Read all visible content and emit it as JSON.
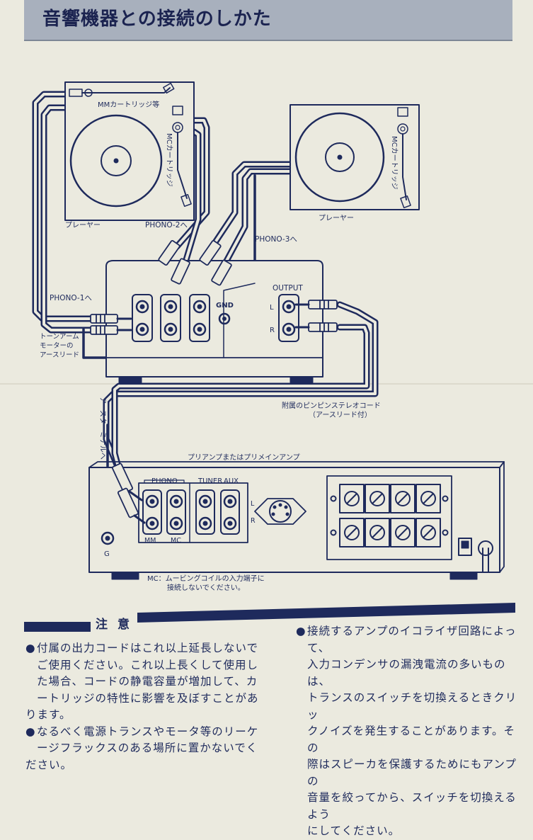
{
  "header": {
    "title": "音響機器との接続のしかた"
  },
  "diagram": {
    "turntable_left": {
      "cartridge_mm": "MMカートリッジ等",
      "cartridge_mc": "MCカートリッジ",
      "player": "プレーヤー",
      "phono2": "PHONO-2へ"
    },
    "turntable_right": {
      "cartridge_mc": "MCカートリッジ",
      "player": "プレーヤー",
      "phono3": "PHONO-3へ"
    },
    "transformer": {
      "phono1": "PHONO-1へ",
      "output": "OUTPUT",
      "gnd": "GND",
      "l": "L",
      "r": "R",
      "earth_lead_line1": "トーンアーム",
      "earth_lead_line2": "モーターの",
      "earth_lead_line3": "アースリード"
    },
    "cord_label_line1": "附属のピンピンステレオコード",
    "cord_label_line2": "（アースリード付）",
    "earth_terminal": "アースターミナルへ",
    "amp": {
      "title": "プリアンプまたはプリメインアンプ",
      "phono": "PHONO",
      "tuner": "TUNER",
      "aux": "AUX",
      "mm": "MM",
      "mc": "MC",
      "l": "L",
      "r": "R",
      "g": "G",
      "mc_note_line1": "MC：ムービングコイルの入力端子に",
      "mc_note_line2": "接続しないでください。"
    }
  },
  "notes": {
    "title": "注 意",
    "bullet": "●",
    "left_items": [
      [
        "付属の出力コードはこれ以上延長しないで",
        "ご使用ください。これ以上長くして使用し",
        "た場合、コードの静電容量が増加して、カ",
        "ートリッジの特性に影響を及ぼすことがあ",
        "ります。"
      ],
      [
        "なるべく電源トランスやモータ等のリーケ",
        "ージフラックスのある場所に置かないでく",
        "ださい。"
      ]
    ],
    "right_items": [
      [
        "接続するアンプのイコライザ回路によって、",
        "入力コンデンサの漏洩電流の多いものは、",
        "トランスのスイッチを切換えるときクリッ",
        "クノイズを発生することがあります。その",
        "際はスピーカを保護するためにもアンプの",
        "音量を絞ってから、スイッチを切換えるよう",
        "にしてください。"
      ]
    ]
  }
}
